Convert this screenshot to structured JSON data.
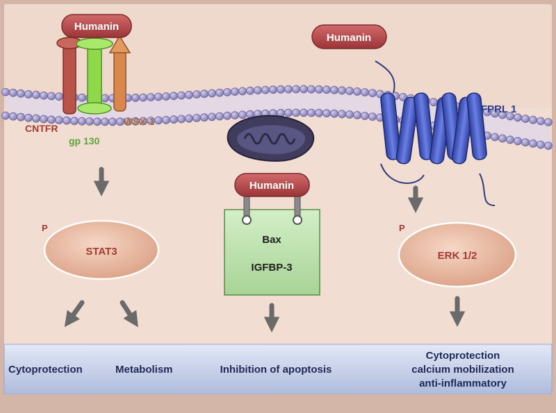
{
  "labels": {
    "humanin_left": "Humanin",
    "humanin_right": "Humanin",
    "humanin_mito": "Humanin",
    "cntfr": "CNTFR",
    "wsx1": "WSX-1",
    "gp130": "gp 130",
    "fprl1": "FPRL 1",
    "p_left": "P",
    "p_right": "P",
    "stat3": "STAT3",
    "erk": "ERK 1/2",
    "bax": "Bax",
    "igfbp3": "IGFBP-3"
  },
  "outcomes": {
    "cytoprotection": "Cytoprotection",
    "metabolism": "Metabolism",
    "apoptosis": "Inhibition of apoptosis",
    "right_line1": "Cytoprotection",
    "right_line2": "calcium mobilization",
    "right_line3": "anti-inflammatory"
  },
  "colors": {
    "background": "#f2ddd2",
    "frame": "#d4b6a8",
    "humanin_fill": "#b5484a",
    "membrane_head": "#9a93c2",
    "receptor_blue": "#4d62c8",
    "cntfr": "#b8534a",
    "gp130": "#8ed84a",
    "wsx1": "#d9874a",
    "oval_fill": "#e8b9a3",
    "box_green": "#bfe3b0",
    "band": "#c9d3ea",
    "arrow": "#6a6a6a",
    "label_red": "#a23b32",
    "label_green": "#5aa537",
    "label_blue": "#2a3a8c"
  },
  "icons": [
    "mitochondrion-icon"
  ]
}
